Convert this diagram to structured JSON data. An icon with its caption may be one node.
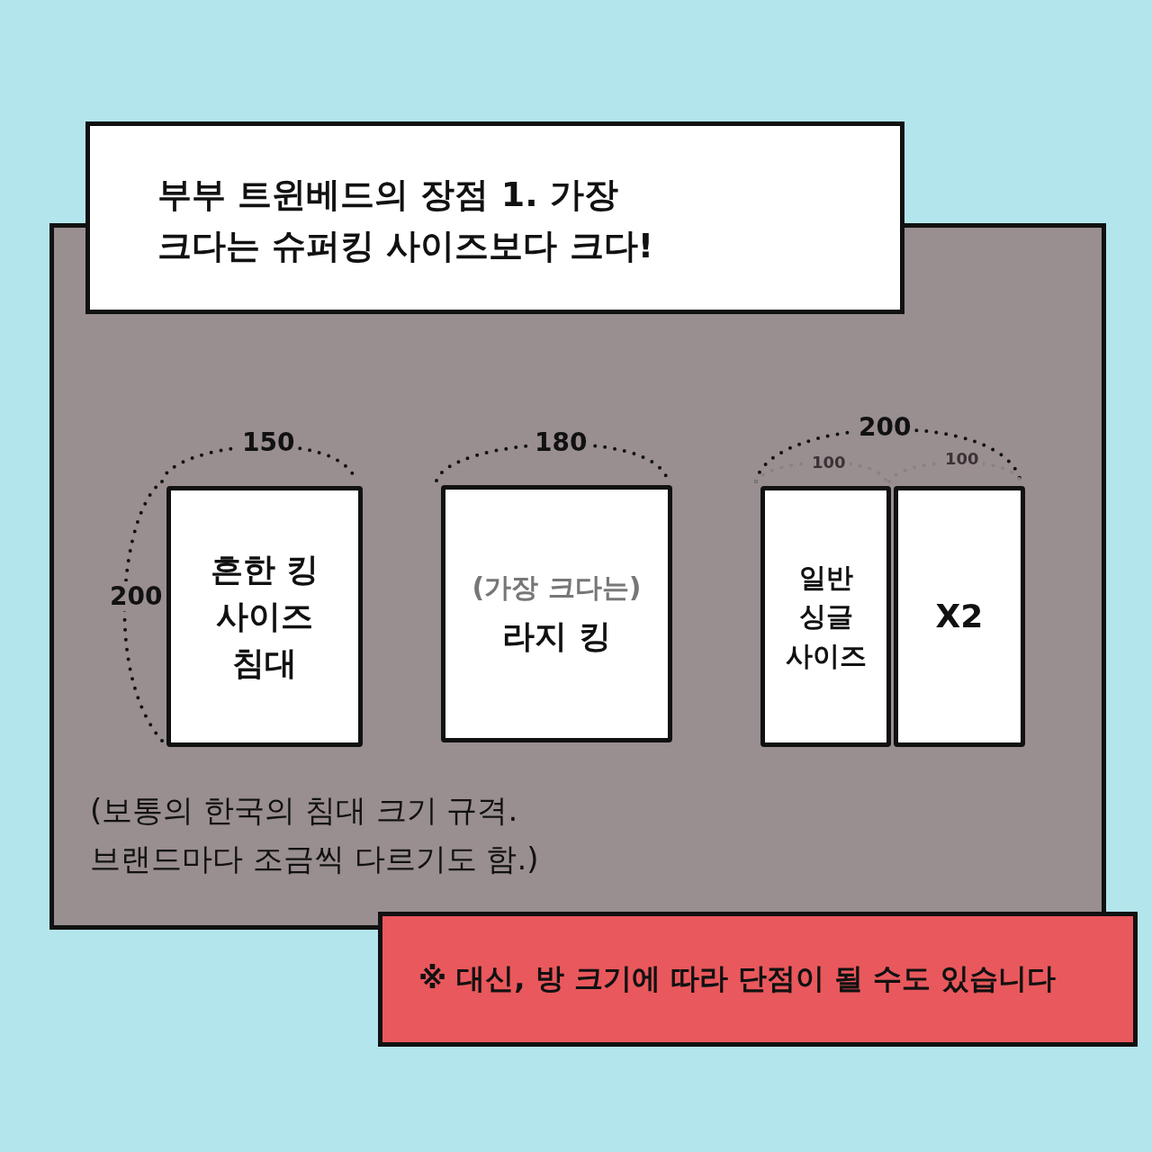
{
  "diagram": {
    "nodes": [
      {
        "text": [
          "부부 트윈베드의 장점 1. 가장 크다는 슈퍼킹 사이즈보다 크다!"
        ]
      },
      {
        "text": [],
        "shape": "box"
      },
      {
        "text": [
          "흔한 킹 사이즈 침대"
        ],
        "in": 1
      },
      {
        "text": [
          "(가장 크다는)",
          "라지 킹"
        ],
        "in": 1
      },
      {
        "text": [
          "일반 싱글 사이즈"
        ],
        "in": 1
      },
      {
        "text": [
          "X2"
        ],
        "in": 1
      },
      {
        "text": [
          "※ 대신, 방 크기에 따라 단점이 될 수도 있습니다"
        ]
      }
    ],
    "edges": [],
    "labels": [
      "150",
      "200",
      "180",
      "200",
      "100",
      "100",
      "(보통의 한국의 침대 크기 규격. 브랜드마다 조금씩 다르기도 함.)"
    ]
  }
}
